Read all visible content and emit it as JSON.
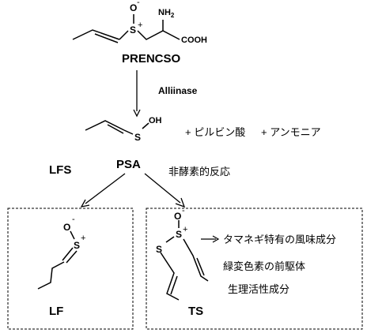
{
  "molecules": {
    "prencso": {
      "name": "PRENCSO",
      "atoms": {
        "o_minus": "O",
        "o_charge": "-",
        "s_plus": "S",
        "s_charge": "+",
        "amine": "NH",
        "amine_sub": "2",
        "acid": "COOH"
      }
    },
    "psa": {
      "name": "PSA",
      "atoms": {
        "s": "S",
        "oh": "OH"
      }
    },
    "lf": {
      "name": "LF",
      "atoms": {
        "o": "O",
        "o_charge": "-",
        "s": "S",
        "s_charge": "+"
      }
    },
    "ts": {
      "name": "TS",
      "atoms": {
        "o": "O",
        "o_charge": "-",
        "s_plus": "S",
        "s_charge": "+",
        "s": "S"
      }
    }
  },
  "reactions": {
    "enzyme": "Alliinase",
    "byproduct_1": "+ ピルビン酸",
    "byproduct_2": "+ アンモニア",
    "lfs_label": "LFS",
    "non_enzymatic": "非酵素的反応"
  },
  "ts_properties": [
    "タマネギ特有の風味成分",
    "緑変色素の前駆体",
    "生理活性成分"
  ]
}
